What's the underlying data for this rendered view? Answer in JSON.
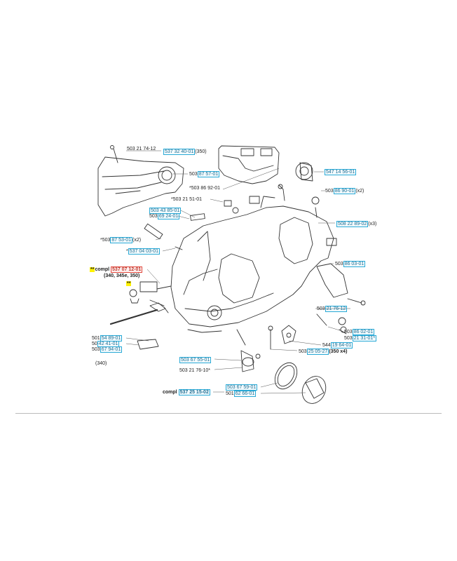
{
  "colors": {
    "link_box": "#29a9d6",
    "highlight_box": "#e0463b",
    "marker": "#fff200",
    "line": "#333333"
  },
  "labels": {
    "l1": "503 21 74-12",
    "l2": "537 32 40-01",
    "l2s": "(350)",
    "l3a": "503",
    "l3": "87 57-01",
    "l4": "*503 86 92-01",
    "l5": "*503 21 51-01",
    "l6": "503 43 85-01",
    "l7a": "503",
    "l7": "69 24-01",
    "l8a": "*503",
    "l8": "87 53-01",
    "l8s": "(x2)",
    "l9a": "*",
    "l9": "537 04 03-01",
    "l10": "547 14 56-01",
    "l11a": "503",
    "l11": "86 90-01",
    "l11s": "(x2)",
    "l12": "508 22 89-02",
    "l12s": "(x3)",
    "l13a": "503",
    "l13": "86 03-01",
    "l14a": "503",
    "l14": "21 76-12",
    "l15a": "503",
    "l15": "86 02-01",
    "l16a": "503",
    "l16": "21 31-01*",
    "l17a": "544",
    "l17": "19 64-01",
    "l18a": "503",
    "l18": "25 05-27",
    "l18s": "(350 x4)",
    "compl_mark": "**",
    "compl1": "compl",
    "compl1_pn": "537 07 12-01",
    "compl1_sub": "(340, 345e, 350)",
    "mark2": "**",
    "l19a": "501",
    "l19": "54 89-01",
    "l20a": "50",
    "l20": "42 41-01",
    "l21a": "503",
    "l21": "67 94-01",
    "l22": "(340)",
    "l23": "503 67 55-01",
    "l24": "503 21 76-10*",
    "compl2": "compl",
    "compl2_pn": "537 25 15-02",
    "l25": "503 67 59-01",
    "l26a": "501",
    "l26": "62 66-01"
  }
}
